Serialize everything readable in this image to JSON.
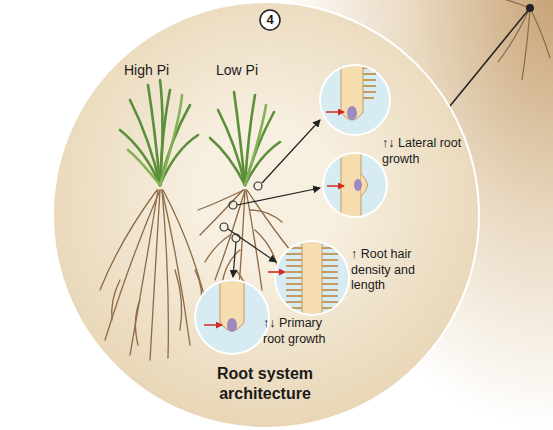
{
  "diagram": {
    "nodes": [
      {
        "text": [
          "Root system architecture"
        ]
      },
      {
        "text": [
          "↑↓ Lateral root growth"
        ],
        "in": 0
      },
      {
        "text": [
          "↑ Root hair density and length"
        ],
        "in": 0
      },
      {
        "text": [
          "↑↓ Primary root growth"
        ],
        "in": 0
      }
    ],
    "labels": [
      "4",
      "High Pi",
      "Low Pi"
    ]
  }
}
